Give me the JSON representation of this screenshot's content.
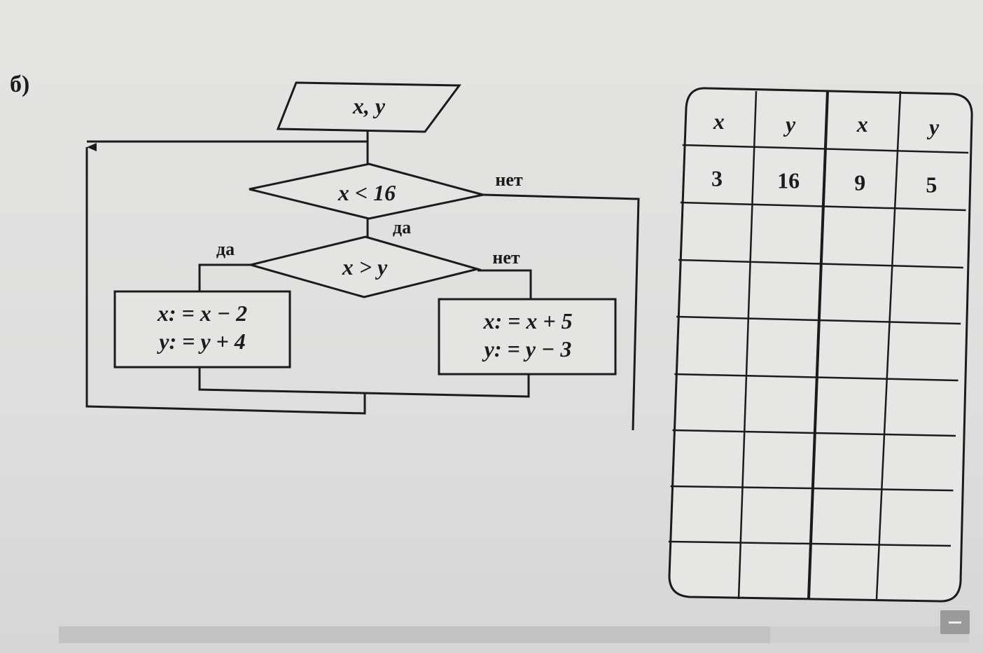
{
  "problem_label": "б)",
  "flowchart": {
    "input": "x, y",
    "condition1": "x < 16",
    "condition2": "x > y",
    "yes_label": "да",
    "no_label": "нет",
    "left_block": {
      "line1": "x: = x − 2",
      "line2": "y: = y + 4"
    },
    "right_block": {
      "line1": "x: = x + 5",
      "line2": "y: = y − 3"
    }
  },
  "trace_table": {
    "headers": [
      "x",
      "y",
      "x",
      "y"
    ],
    "rows": [
      [
        "3",
        "16",
        "9",
        "5"
      ],
      [
        "",
        "",
        "",
        ""
      ],
      [
        "",
        "",
        "",
        ""
      ],
      [
        "",
        "",
        "",
        ""
      ],
      [
        "",
        "",
        "",
        ""
      ],
      [
        "",
        "",
        "",
        ""
      ],
      [
        "",
        "",
        "",
        ""
      ],
      [
        "",
        "",
        "",
        ""
      ]
    ]
  }
}
